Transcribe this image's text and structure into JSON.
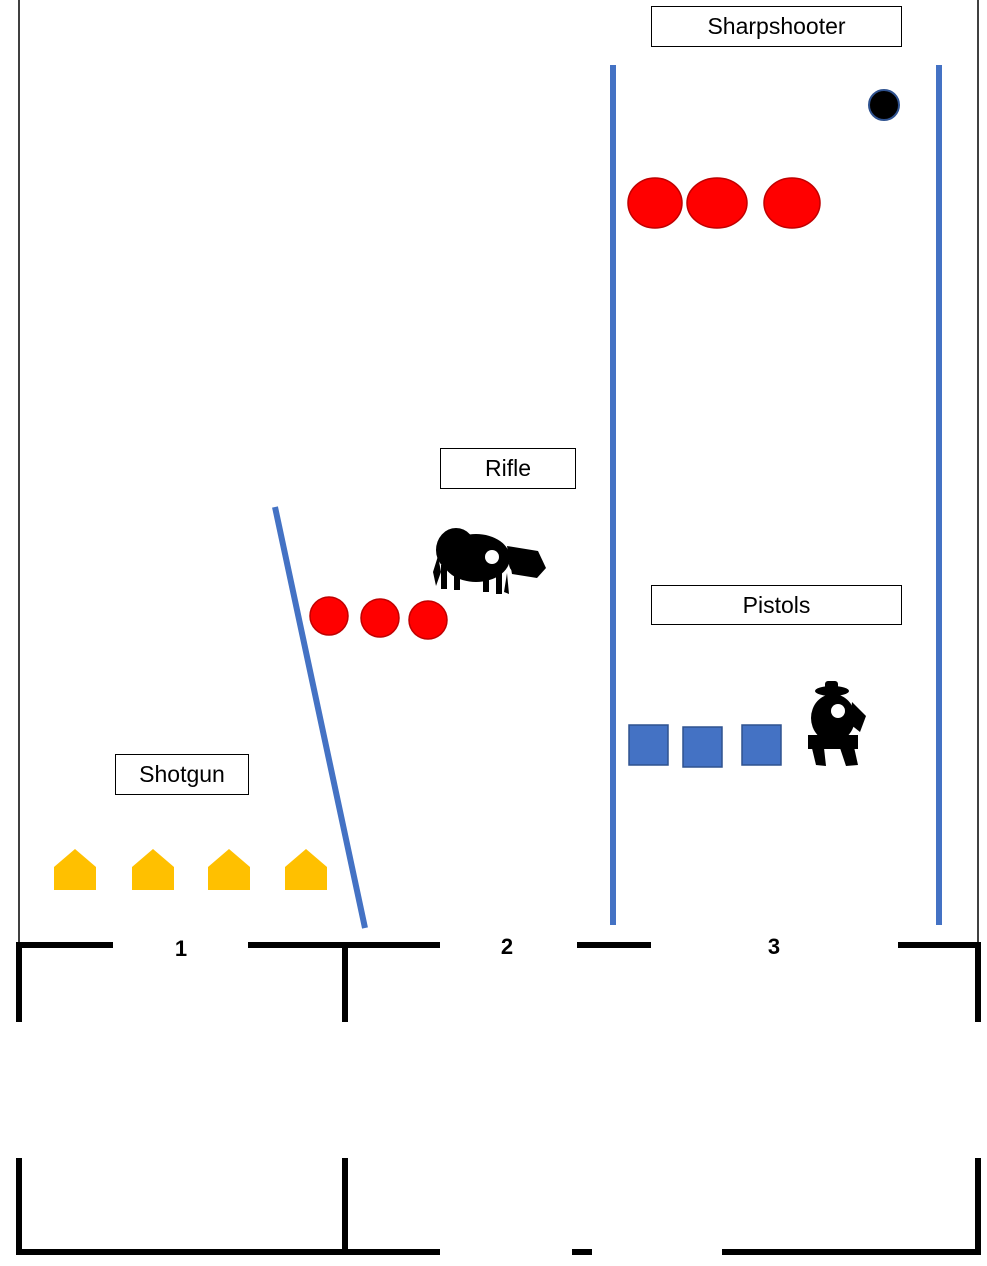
{
  "stations": {
    "sharpshooter": {
      "label": "Sharpshooter"
    },
    "rifle": {
      "label": "Rifle"
    },
    "pistols": {
      "label": "Pistols"
    },
    "shotgun": {
      "label": "Shotgun"
    }
  },
  "shooting_positions": [
    "1",
    "2",
    "3"
  ],
  "targets": {
    "shotgun_knockdowns": {
      "count": 4,
      "shape": "pentagon-house",
      "color": "#FFC000"
    },
    "rifle_plates": {
      "count": 3,
      "shape": "circle",
      "color": "#FF0000"
    },
    "rifle_silhouette": {
      "icon": "bison-silhouette-icon",
      "color": "#000000"
    },
    "sharpshooter_plates": {
      "count": 3,
      "shape": "oval",
      "color": "#FF0000"
    },
    "sharpshooter_bonus": {
      "shape": "small-circle",
      "color": "#000000"
    },
    "pistol_plates": {
      "count": 3,
      "shape": "square",
      "color": "#4472C4"
    },
    "pistol_silhouette": {
      "icon": "cowboy-silhouette-icon",
      "color": "#000000"
    }
  },
  "colors": {
    "wall": "#4472C4",
    "structure": "#000000",
    "plate_red": "#FF0000",
    "plate_blue": "#4472C4",
    "knockdown_yellow": "#FFC000"
  }
}
